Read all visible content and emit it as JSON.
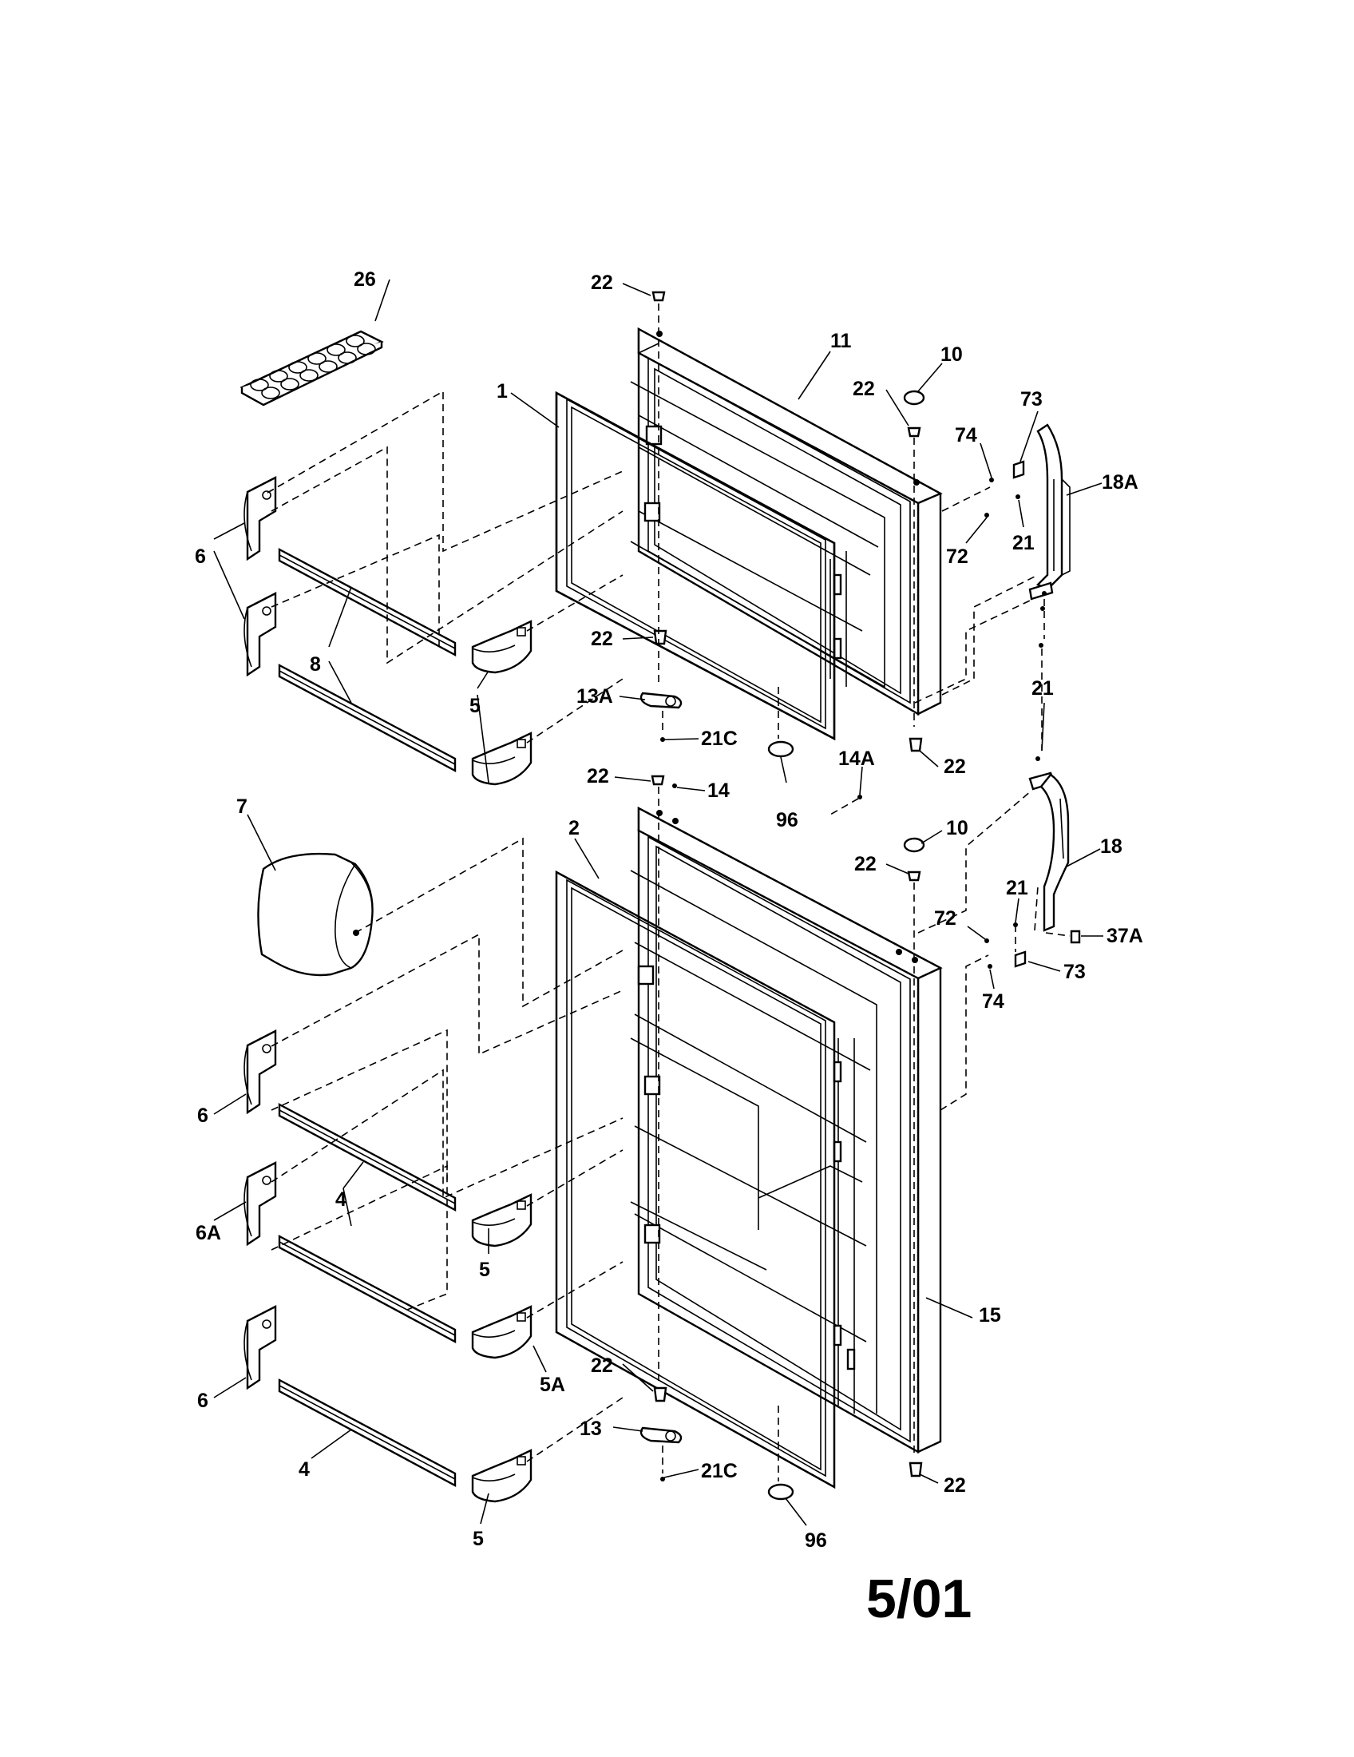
{
  "diagram_code": "5/01",
  "callouts": [
    {
      "id": "c-26",
      "text": "26"
    },
    {
      "id": "c-22a",
      "text": "22"
    },
    {
      "id": "c-11",
      "text": "11"
    },
    {
      "id": "c-10a",
      "text": "10"
    },
    {
      "id": "c-22b",
      "text": "22"
    },
    {
      "id": "c-1",
      "text": "1"
    },
    {
      "id": "c-73a",
      "text": "73"
    },
    {
      "id": "c-74a",
      "text": "74"
    },
    {
      "id": "c-18A",
      "text": "18A"
    },
    {
      "id": "c-6a",
      "text": "6"
    },
    {
      "id": "c-21a",
      "text": "21"
    },
    {
      "id": "c-72a",
      "text": "72"
    },
    {
      "id": "c-8",
      "text": "8"
    },
    {
      "id": "c-22c",
      "text": "22"
    },
    {
      "id": "c-21b",
      "text": "21"
    },
    {
      "id": "c-13A",
      "text": "13A"
    },
    {
      "id": "c-5a",
      "text": "5"
    },
    {
      "id": "c-21Ca",
      "text": "21C"
    },
    {
      "id": "c-22d",
      "text": "22"
    },
    {
      "id": "c-14A",
      "text": "14A"
    },
    {
      "id": "c-22e",
      "text": "22"
    },
    {
      "id": "c-14",
      "text": "14"
    },
    {
      "id": "c-96a",
      "text": "96"
    },
    {
      "id": "c-7",
      "text": "7"
    },
    {
      "id": "c-2",
      "text": "2"
    },
    {
      "id": "c-10b",
      "text": "10"
    },
    {
      "id": "c-18",
      "text": "18"
    },
    {
      "id": "c-22f",
      "text": "22"
    },
    {
      "id": "c-21c",
      "text": "21"
    },
    {
      "id": "c-72b",
      "text": "72"
    },
    {
      "id": "c-37A",
      "text": "37A"
    },
    {
      "id": "c-73b",
      "text": "73"
    },
    {
      "id": "c-74b",
      "text": "74"
    },
    {
      "id": "c-6b",
      "text": "6"
    },
    {
      "id": "c-4a",
      "text": "4"
    },
    {
      "id": "c-6A",
      "text": "6A"
    },
    {
      "id": "c-5b",
      "text": "5"
    },
    {
      "id": "c-15",
      "text": "15"
    },
    {
      "id": "c-5A",
      "text": "5A"
    },
    {
      "id": "c-22g",
      "text": "22"
    },
    {
      "id": "c-6c",
      "text": "6"
    },
    {
      "id": "c-13",
      "text": "13"
    },
    {
      "id": "c-21Cb",
      "text": "21C"
    },
    {
      "id": "c-22h",
      "text": "22"
    },
    {
      "id": "c-4b",
      "text": "4"
    },
    {
      "id": "c-96b",
      "text": "96"
    },
    {
      "id": "c-5c",
      "text": "5"
    }
  ]
}
